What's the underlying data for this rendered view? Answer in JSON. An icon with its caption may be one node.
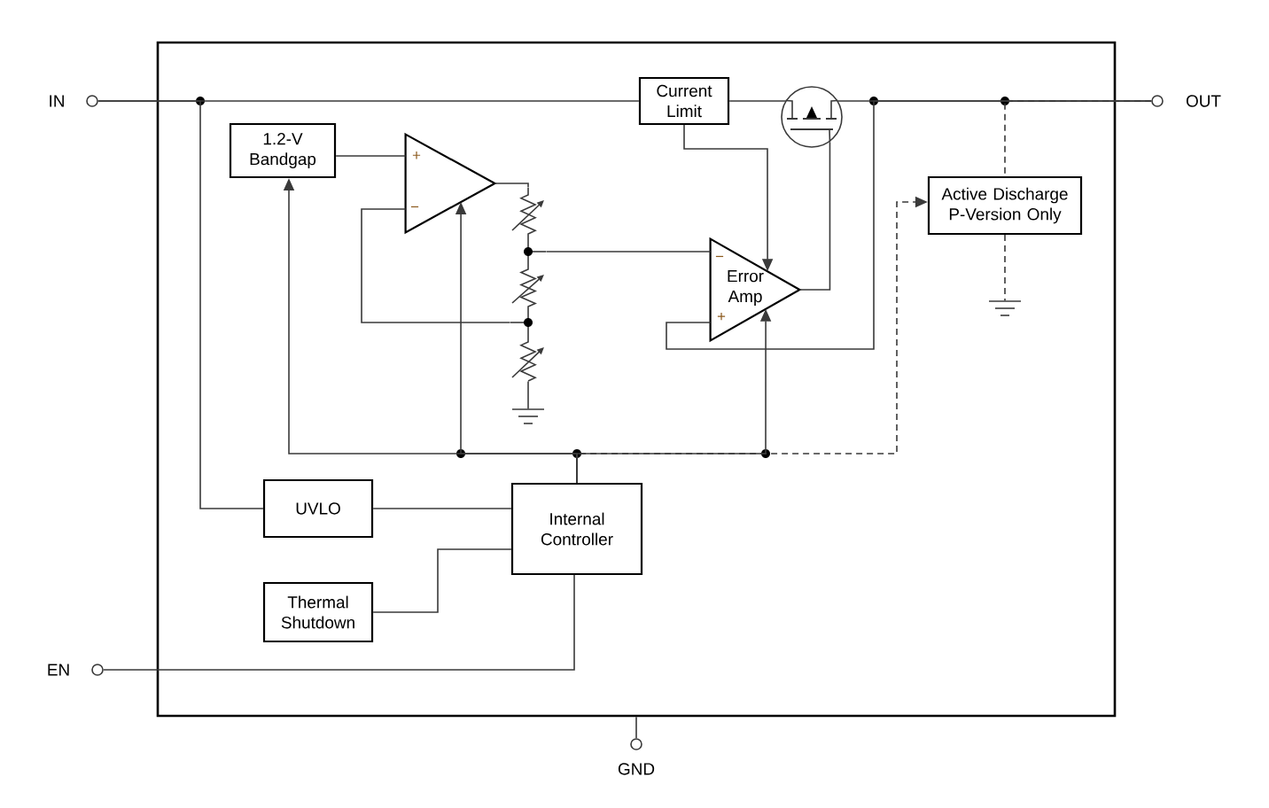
{
  "diagram": {
    "nodes": [
      {
        "text": [],
        "shape": "box"
      },
      {
        "text": [],
        "shape": "circle",
        "beside": [
          "IN"
        ]
      },
      {
        "text": [
          "Current Limit"
        ],
        "in": 0
      },
      {
        "text": [],
        "shape": "circle",
        "in": 0
      },
      {
        "text": [],
        "shape": "circle",
        "beside": [
          "OUT"
        ]
      },
      {
        "text": [
          "1.2-V Bandgap"
        ],
        "in": 0
      },
      {
        "text": [
          "+",
          "−"
        ],
        "in": 0
      },
      {
        "text": [
          "Active Discharge P-Version Only"
        ],
        "in": 0
      },
      {
        "text": [],
        "shape": "picture",
        "in": 0
      },
      {
        "text": [
          "−",
          "Error Amp",
          "+"
        ],
        "in": 0
      },
      {
        "text": [],
        "shape": "picture",
        "in": 0
      },
      {
        "text": [],
        "shape": "picture",
        "in": 0
      },
      {
        "text": [
          "UVLO"
        ],
        "in": 0
      },
      {
        "text": [
          "Internal Controller"
        ],
        "in": 0
      },
      {
        "text": [
          "Thermal Shutdown"
        ],
        "in": 0
      },
      {
        "text": [],
        "shape": "circle",
        "beside": [
          "EN"
        ]
      },
      {
        "text": [],
        "shape": "circle",
        "beside": [
          "GND"
        ]
      }
    ],
    "edges": [
      {
        "from": 1,
        "to": 2,
        "arrow": "none"
      },
      {
        "from": 1,
        "to": 12,
        "arrow": "none"
      },
      {
        "from": 2,
        "to": 3,
        "arrow": "none"
      },
      {
        "from": 3,
        "to": 4,
        "arrow": "none"
      },
      {
        "from": 2,
        "to": 9,
        "arrow": "to"
      },
      {
        "from": 9,
        "to": 3,
        "arrow": "none"
      },
      {
        "from": 5,
        "to": 6,
        "arrow": "none"
      },
      {
        "from": 6,
        "to": 8,
        "arrow": "none"
      },
      {
        "from": 8,
        "to": 9,
        "arrow": "none"
      },
      {
        "from": 8,
        "to": 6,
        "arrow": "none"
      },
      {
        "from": 8,
        "to": 11,
        "arrow": "none"
      },
      {
        "from": 4,
        "to": 9,
        "arrow": "none"
      },
      {
        "from": 4,
        "to": 7,
        "arrow": "none",
        "style": "dashed"
      },
      {
        "from": 7,
        "to": 10,
        "arrow": "none",
        "style": "dashed"
      },
      {
        "from": 13,
        "to": 5,
        "arrow": "to"
      },
      {
        "from": 13,
        "to": 6,
        "arrow": "to"
      },
      {
        "from": 13,
        "to": 9,
        "arrow": "to"
      },
      {
        "from": 13,
        "to": 7,
        "arrow": "to",
        "style": "dashed"
      },
      {
        "from": 12,
        "to": 13,
        "arrow": "none"
      },
      {
        "from": 14,
        "to": 13,
        "arrow": "none"
      },
      {
        "from": 15,
        "to": 13,
        "arrow": "none"
      },
      {
        "from": 16,
        "to": 0,
        "arrow": "none"
      }
    ]
  }
}
